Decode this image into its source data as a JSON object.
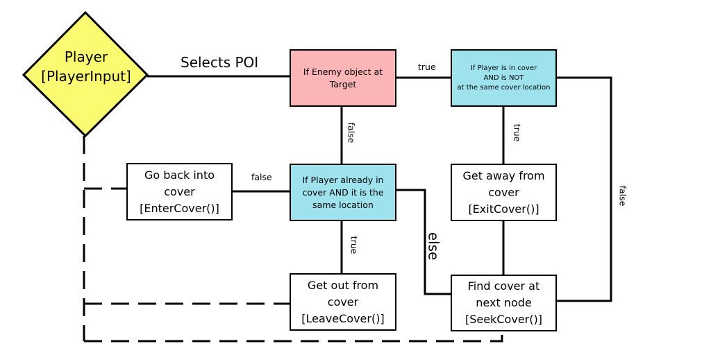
{
  "player": {
    "line1": "Player",
    "line2": "[PlayerInput]"
  },
  "nodes": {
    "enemy_check": {
      "line1": "If Enemy object at",
      "line2": "Target",
      "color": "#fcb5b6"
    },
    "cover_check_top": {
      "line1": "If Player is in cover",
      "line2": "AND is NOT",
      "line3": "at the same cover location",
      "color": "#9ee2ee"
    },
    "cover_same_check": {
      "line1": "If Player already in",
      "line2": "cover AND it is the",
      "line3": "same location",
      "color": "#9ee2ee"
    },
    "enter_cover": {
      "line1": "Go back into",
      "line2": "cover",
      "line3": "[EnterCover()]"
    },
    "exit_cover": {
      "line1": "Get away from",
      "line2": "cover",
      "line3": "[ExitCover()]"
    },
    "leave_cover": {
      "line1": "Get out from",
      "line2": "cover",
      "line3": "[LeaveCover()]"
    },
    "seek_cover": {
      "line1": "Find cover at",
      "line2": "next node",
      "line3": "[SeekCover()]"
    }
  },
  "labels": {
    "selects_poi": "Selects POI",
    "true_top": "true",
    "false_mid": "false",
    "true_right": "true",
    "false_left": "false",
    "true_bottom": "true",
    "else_label": "else",
    "false_right": "false"
  },
  "colors": {
    "diamond_fill": "#fbfb72",
    "line": "#000000"
  }
}
